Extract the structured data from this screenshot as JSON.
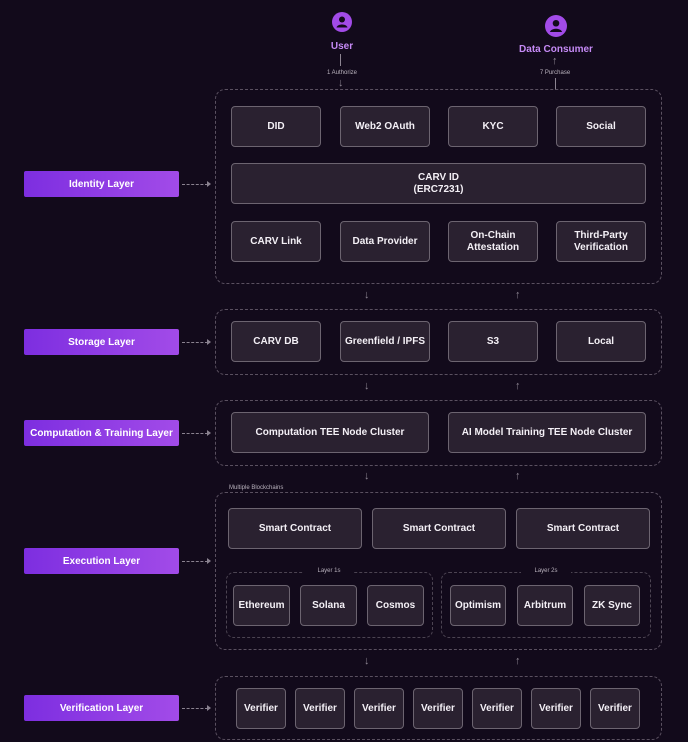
{
  "actors": {
    "user": {
      "label": "User",
      "icon": "user-icon",
      "step": "1 Authorize"
    },
    "consumer": {
      "label": "Data Consumer",
      "icon": "data-consumer-icon",
      "step": "7 Purchase"
    }
  },
  "layers": {
    "identity": {
      "label": "Identity Layer",
      "top_row": [
        "DID",
        "Web2 OAuth",
        "KYC",
        "Social"
      ],
      "carv_id": {
        "line1": "CARV ID",
        "line2": "(ERC7231)"
      },
      "bottom_row": [
        {
          "line1": "CARV Link",
          "line2": ""
        },
        {
          "line1": "Data Provider",
          "line2": ""
        },
        {
          "line1": "On-Chain",
          "line2": "Attestation"
        },
        {
          "line1": "Third-Party",
          "line2": "Verification"
        }
      ]
    },
    "storage": {
      "label": "Storage Layer",
      "items": [
        "CARV DB",
        "Greenfield / IPFS",
        "S3",
        "Local"
      ]
    },
    "computation": {
      "label": "Computation & Training Layer",
      "items": [
        "Computation TEE Node Cluster",
        "AI Model Training TEE Node Cluster"
      ]
    },
    "execution": {
      "label": "Execution Layer",
      "caption": "Multiple Blockchains",
      "contracts": [
        "Smart Contract",
        "Smart Contract",
        "Smart Contract"
      ],
      "layer1": {
        "title": "Layer 1s",
        "items": [
          "Ethereum",
          "Solana",
          "Cosmos"
        ]
      },
      "layer2": {
        "title": "Layer 2s",
        "items": [
          "Optimism",
          "Arbitrum",
          "ZK Sync"
        ]
      }
    },
    "verification": {
      "label": "Verification Layer",
      "items": [
        "Verifier",
        "Verifier",
        "Verifier",
        "Verifier",
        "Verifier",
        "Verifier",
        "Verifier"
      ]
    }
  },
  "arrows": {
    "down": "↓",
    "up": "↑"
  },
  "colors": {
    "accent": "#a24be8",
    "background": "#120a1b",
    "node": "#2a2130"
  }
}
